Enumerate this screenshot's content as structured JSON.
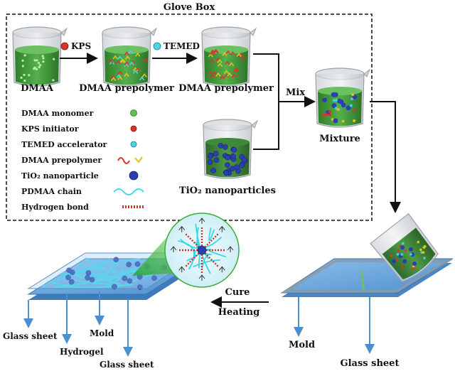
{
  "glove_box": {
    "title": "Glove Box",
    "steps": [
      {
        "label": "DMAA"
      },
      {
        "label": "DMAA prepolymer"
      },
      {
        "label": "DMAA prepolymer"
      }
    ],
    "arrow_labels": {
      "kps": "KPS",
      "temed": "TEMED"
    },
    "nanoparticles_label": "TiO₂ nanoparticles",
    "mix_label": "Mix",
    "mixture_label": "Mixture"
  },
  "legend": {
    "items": [
      {
        "label": "DMAA monomer",
        "icon": "green-sphere-icon"
      },
      {
        "label": "KPS initiator",
        "icon": "red-sphere-icon"
      },
      {
        "label": "TEMED accelerator",
        "icon": "cyan-sphere-icon"
      },
      {
        "label": "DMAA prepolymer",
        "icon": "prepolymer-chain-icon"
      },
      {
        "label": "TiO₂ nanoparticle",
        "icon": "blue-sphere-icon"
      },
      {
        "label": "PDMAA chain",
        "icon": "wavy-chain-icon"
      },
      {
        "label": "Hydrogen bond",
        "icon": "dashed-bond-icon"
      }
    ]
  },
  "process": {
    "cure_label": "Cure",
    "heating_label": "Heating"
  },
  "mold_labels": {
    "right_mold": "Mold",
    "right_glass": "Glass sheet",
    "left_glass_top": "Glass sheet",
    "left_hydrogel": "Hydrogel",
    "left_mold": "Mold",
    "left_glass_bottom": "Glass sheet"
  },
  "colors": {
    "solution_green": "#3f9a3a",
    "nanoparticle_blue": "#2a3fb0",
    "glass_blue": "#6aa6d8",
    "chain_cyan": "#3ad6e6",
    "arrow": "#111111",
    "pointer_blue": "#4a8fd0"
  }
}
